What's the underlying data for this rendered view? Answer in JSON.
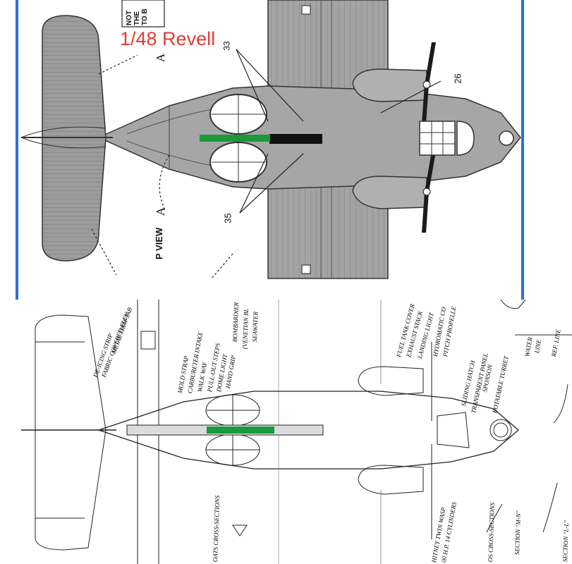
{
  "top_diagram": {
    "note_box_lines": [
      "NOT",
      "THE",
      "TO B"
    ],
    "scale_label": "1/48 Revell",
    "callouts": [
      "33",
      "26",
      "35"
    ],
    "section_markers": [
      "A",
      "A"
    ],
    "view_label": "P VIEW"
  },
  "bottom_diagram": {
    "labels": [
      "DE-ICING STRIP",
      "FABRIC COVERED ELEV.",
      "METAL TRIM-TAB",
      "MOLD STRAP",
      "CARBURETER INTAKE",
      "WALK WAY",
      "PULL-OUT STEPS",
      "DOME LIGHT",
      "HAND GRIP",
      "BOMBARDIER",
      "(VENETIAN BL",
      "SEAWATER",
      "FUEL TANK COVER",
      "EXHAUST STACK",
      "LANDING LIGHT",
      "HYDROMATIC CO",
      "PITCH PROPELLE",
      "SLIDING HATCH",
      "TRANSPARENT PANEL",
      "SPONSON",
      "ROTATABLE TURRET",
      "WATER",
      "LINE",
      "REF. LINE",
      "OATS CROSS-SECTIONS",
      "HITNEY TWIN WASP",
      "00 H.P. 14 CYLINDERS",
      "OS CROSS-SECTIONS",
      "SECTION \"M-N\"",
      "SECTION \"L-L\""
    ]
  },
  "colors": {
    "accent_red": "#e53a35",
    "marker_green": "#1a9a3a",
    "border_blue": "#2f6fd0"
  }
}
